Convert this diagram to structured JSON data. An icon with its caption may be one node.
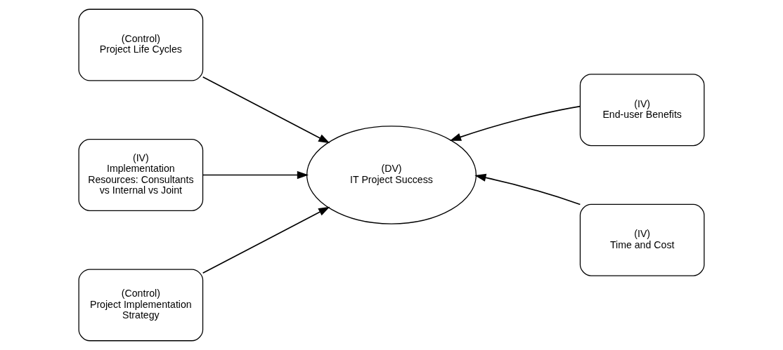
{
  "diagram": {
    "nodes": [
      {
        "text": [
          "(Control)",
          "Project Life Cycles"
        ]
      },
      {
        "text": [
          "(IV)",
          "End-user Benefits"
        ]
      },
      {
        "text": [
          "(IV)",
          "Implementation Resources: Consultants vs Internal vs Joint"
        ]
      },
      {
        "text": [
          "(DV)",
          "IT Project Success"
        ]
      },
      {
        "text": [
          "(Control)",
          "Project Implementation Strategy"
        ]
      },
      {
        "text": [
          "(IV)",
          "Time and Cost"
        ]
      }
    ],
    "edges": [
      {
        "from": 0,
        "to": 3,
        "arrow": "to"
      },
      {
        "from": 2,
        "to": 3,
        "arrow": "to"
      },
      {
        "from": 4,
        "to": 3,
        "arrow": "to"
      },
      {
        "from": 1,
        "to": 3,
        "arrow": "to"
      },
      {
        "from": 5,
        "to": 3,
        "arrow": "to"
      }
    ]
  }
}
